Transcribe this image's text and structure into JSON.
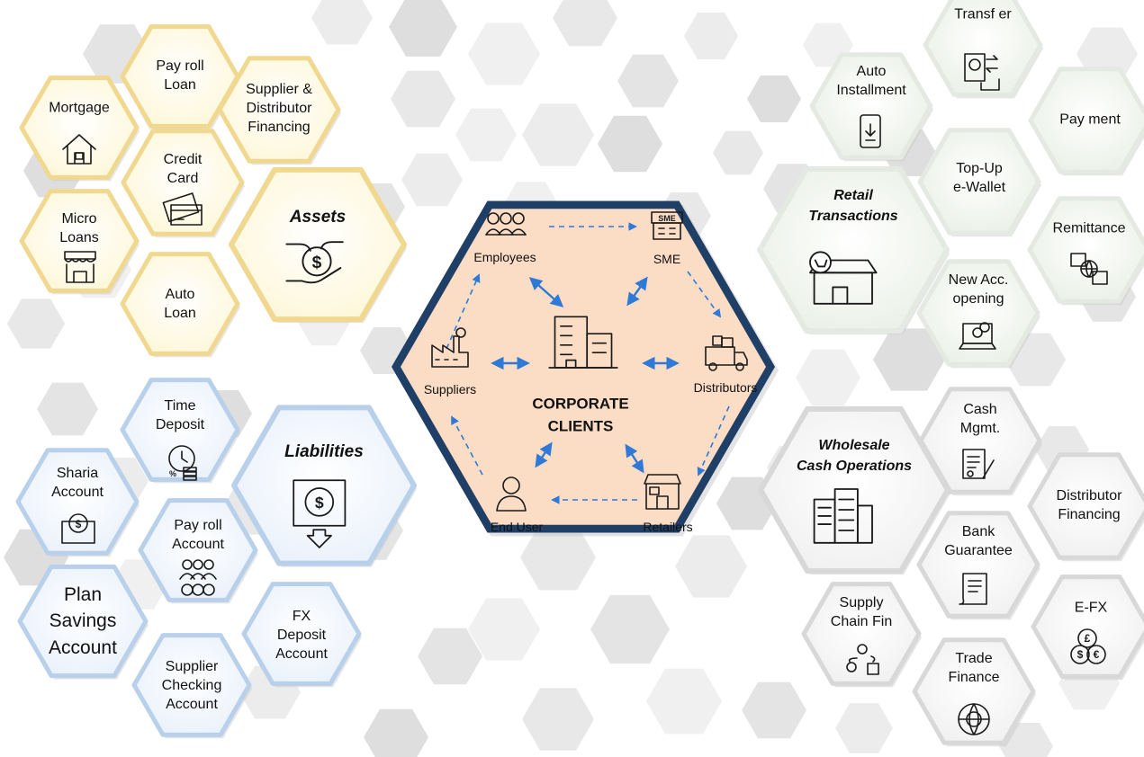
{
  "center": {
    "title": "CORPORATE\nCLIENTS",
    "nodes": {
      "employees": "Employees",
      "sme": "SME",
      "distributors": "Distributors",
      "retailers": "Retailers",
      "end_user": "End User",
      "suppliers": "Suppliers"
    },
    "sme_badge": "SME"
  },
  "assets": {
    "title": "Assets",
    "items": {
      "mortgage": "Mortgage",
      "payroll_loan": "Pay roll\nLoan",
      "supplier_financing": "Supplier &\nDistributor\nFinancing",
      "credit_card": "Credit\nCard",
      "micro_loans": "Micro\nLoans",
      "auto_loan": "Auto\nLoan"
    }
  },
  "liabilities": {
    "title": "Liabilities",
    "items": {
      "time_deposit": "Time\nDeposit",
      "sharia_account": "Sharia\nAccount",
      "payroll_account": "Pay roll\nAccount",
      "plan_savings": "Plan\nSavings\nAccount",
      "fx_deposit": "FX\nDeposit\nAccount",
      "supplier_checking": "Supplier\nChecking\nAccount"
    }
  },
  "retail": {
    "title": "Retail\nTransactions",
    "items": {
      "transfer": "Transf er",
      "auto_installment": "Auto\nInstallment",
      "payment": "Pay ment",
      "topup": "Top-Up\ne-Wallet",
      "remittance": "Remittance",
      "new_account": "New Acc.\nopening"
    }
  },
  "wholesale": {
    "title": "Wholesale\nCash Operations",
    "items": {
      "cash_mgmt": "Cash\nMgmt.",
      "distributor_financing": "Distributor\nFinancing",
      "bank_guarantee": "Bank\nGuarantee",
      "supply_chain": "Supply\nChain Fin",
      "efx": "E-FX",
      "trade_finance": "Trade\nFinance"
    }
  },
  "colors": {
    "assets_border": "#f0d890",
    "assets_fill": "#fffde8",
    "liabilities_border": "#b8d0ea",
    "liabilities_fill": "#f2f7fd",
    "retail_border": "#e4e9e2",
    "retail_fill": "#f1f5ee",
    "wholesale_border": "#d8d8d8",
    "wholesale_fill": "#f7f7f7",
    "center_border": "#23456e",
    "center_fill": "#fbdcc4",
    "arrow": "#2f7ad6",
    "background_hex": "#e6e6e6"
  }
}
